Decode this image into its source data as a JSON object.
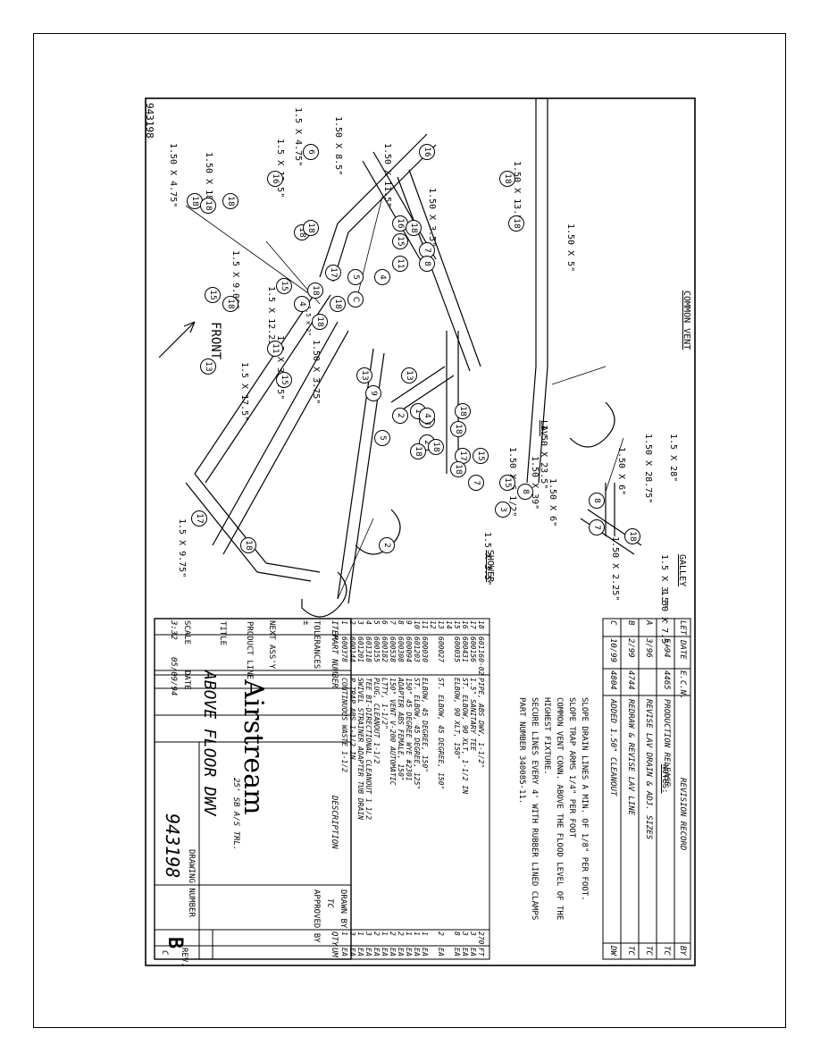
{
  "drawing": {
    "number_top": "943198",
    "labels": {
      "common_vent": "COMMON VENT",
      "lav": "LAV",
      "galley": "GALLEY",
      "shower": "SHOWER",
      "front": "FRONT"
    },
    "dimensions": [
      "1.50 X 4.75\"",
      "1.50 X 18\"",
      "1.5 X 12.5\"",
      "1.5 X 4.75\"",
      "1.50 X 8.5\"",
      "1.50 X 11.5\"",
      "1.50 X 3.5\"",
      "1.50 X 13.5\"",
      "1.50 X 5\"",
      "1.5 X 9.00\"",
      "1.5 X 12.25",
      "1.5 x 2\"",
      "1.50 X 3.75\"",
      "1.5 X 30.75\"",
      "1.5 X 17.5\"",
      "1.5 X 9.75\"",
      "1.5 X 28\"",
      "1.50 X 28.75\"",
      "1.5 X 3.5\"",
      "1.50 X 6\"",
      "1.50 X 23.5\"",
      "1.50 X 39\"",
      "1.50 X 6 1/2\"",
      "1.50 X 6\"",
      "1.5 X 3.5\"",
      "1.50 X 2.25\"",
      "1.50 X 7.5\""
    ],
    "balloons": [
      "16",
      "6",
      "18",
      "18",
      "18",
      "18",
      "18",
      "18",
      "4",
      "5",
      "16",
      "18",
      "11",
      "18",
      "7",
      "8",
      "16",
      "18",
      "15",
      "15",
      "15",
      "18",
      "17",
      "4",
      "C",
      "18",
      "11",
      "18",
      "13",
      "15",
      "13",
      "9",
      "13",
      "1",
      "18",
      "18",
      "2",
      "5",
      "4",
      "18",
      "2",
      "18",
      "18",
      "17",
      "15",
      "7",
      "18",
      "8",
      "2",
      "3",
      "15",
      "17",
      "18",
      "8",
      "7",
      "18"
    ]
  },
  "revision_record": {
    "title": "REVISION RECORD",
    "headers": [
      "LET",
      "DATE",
      "E.C.N.",
      "BY"
    ],
    "rows": [
      {
        "let": "-",
        "date": "5/94",
        "ecn": "4465",
        "desc": "PRODUCTION RELEASE",
        "by": "TC"
      },
      {
        "let": "A",
        "date": "3/96",
        "ecn": "",
        "desc": "REVISE LAV DRAIN & ADJ. SIZES",
        "by": "TC"
      },
      {
        "let": "B",
        "date": "2/99",
        "ecn": "4744",
        "desc": "REDRAW & REVISE LAV LINE",
        "by": "TC"
      },
      {
        "let": "C",
        "date": "10/99",
        "ecn": "4804",
        "desc": "ADDED 1.50\" CLEANOUT",
        "by": "DW"
      }
    ]
  },
  "notes": {
    "title": "NOTES:",
    "lines": [
      "SLOPE DRAIN LINES A MIN. OF 1/8\" PER FOOT.",
      "SLOPE TRAP ARMS 1/4\" PER FOOT",
      "COMMON VENT CONN. ABOVE THE FLOOD LEVEL OF THE",
      "HIGHEST FIXTURE.",
      "SECURE LINES EVERY 4' WITH RUBBER LINED CLAMPS",
      "PART NUMBER 340085-11."
    ]
  },
  "bom": {
    "headers": {
      "item": "ITEM",
      "part": "PART NUMBER",
      "desc": "DESCRIPTION",
      "qty": "QTY",
      "um": "UM"
    },
    "rows": [
      {
        "item": "18",
        "part": "601160-02",
        "desc": "PIPE, ABS DWV, 1-1/2\"",
        "qty": "270",
        "um": "FT"
      },
      {
        "item": "17",
        "part": "600156",
        "desc": "1.5\" SANITARY TEE",
        "qty": "3",
        "um": "EA"
      },
      {
        "item": "16",
        "part": "600431",
        "desc": "ST. ELBOW, 90 XLT, 1-1/2 IN",
        "qty": "3",
        "um": "EA"
      },
      {
        "item": "15",
        "part": "600035",
        "desc": "ELBOW, 90 XLT, 150\"",
        "qty": "8",
        "um": "EA"
      },
      {
        "item": "14",
        "part": "",
        "desc": "",
        "qty": "",
        "um": ""
      },
      {
        "item": "13",
        "part": "600027",
        "desc": "ST. ELBOW, 45 DEGREE, 150\"",
        "qty": "2",
        "um": "EA"
      },
      {
        "item": "12",
        "part": "",
        "desc": "",
        "qty": "",
        "um": ""
      },
      {
        "item": "11",
        "part": "600030",
        "desc": "ELBOW, 45 DEGREE, 150\"",
        "qty": "1",
        "um": "EA"
      },
      {
        "item": "10",
        "part": "601203",
        "desc": "ST. ELBOW, 45 DEGREE, 125\"",
        "qty": "1",
        "um": "EA"
      },
      {
        "item": "9",
        "part": "600094",
        "desc": "150\" 45 DEGREE WYE #2301",
        "qty": "1",
        "um": "EA"
      },
      {
        "item": "8",
        "part": "600308",
        "desc": "ADAPTER ABS FEMALE, 150\"",
        "qty": "2",
        "um": "EA"
      },
      {
        "item": "7",
        "part": "600538",
        "desc": "150\" VENT V-200 AUTOMATIC",
        "qty": "2",
        "um": "EA"
      },
      {
        "item": "6",
        "part": "600182",
        "desc": "LTTY, 1-1/2\"",
        "qty": "1",
        "um": "EA"
      },
      {
        "item": "5",
        "part": "600155",
        "desc": "PLUG, CLEANOUT 1-1/2",
        "qty": "2",
        "um": "EA"
      },
      {
        "item": "4",
        "part": "601318",
        "desc": "TEE BI-DIRECTIONAL CLEANOUT 1 1/2",
        "qty": "3",
        "um": "EA"
      },
      {
        "item": "3",
        "part": "601201",
        "desc": "SWIVEL STRAINER ADAPTER TUB DRAIN",
        "qty": "1",
        "um": "EA"
      },
      {
        "item": "2",
        "part": "600144",
        "desc": "P TRAP ABS 1-1/2 IN",
        "qty": "3",
        "um": "EA"
      },
      {
        "item": "1",
        "part": "600378",
        "desc": "CONTINUOUS WASTE 1-1/2",
        "qty": "1",
        "um": "EA"
      }
    ]
  },
  "title_block": {
    "tolerances_label": "TOLERANCES",
    "tolerances_value": "±",
    "next_assy_label": "NEXT ASS'Y",
    "company": "Airstream",
    "product_line_label": "PRODUCT LINE",
    "product_line": "25' SB A/S TRL.",
    "title_label": "TITLE",
    "title": "ABOVE FLOOR DWV",
    "scale_label": "SCALE",
    "scale": "3:32",
    "date_label": "DATE",
    "date": "05/09/94",
    "drawing_number_label": "DRAWING NUMBER",
    "drawing_number": "943198",
    "size": "B",
    "rev_label": "REV.",
    "rev": "C",
    "drawn_by_label": "DRAWN BY",
    "drawn_by": "TC",
    "approved_by_label": "APPROVED BY"
  }
}
